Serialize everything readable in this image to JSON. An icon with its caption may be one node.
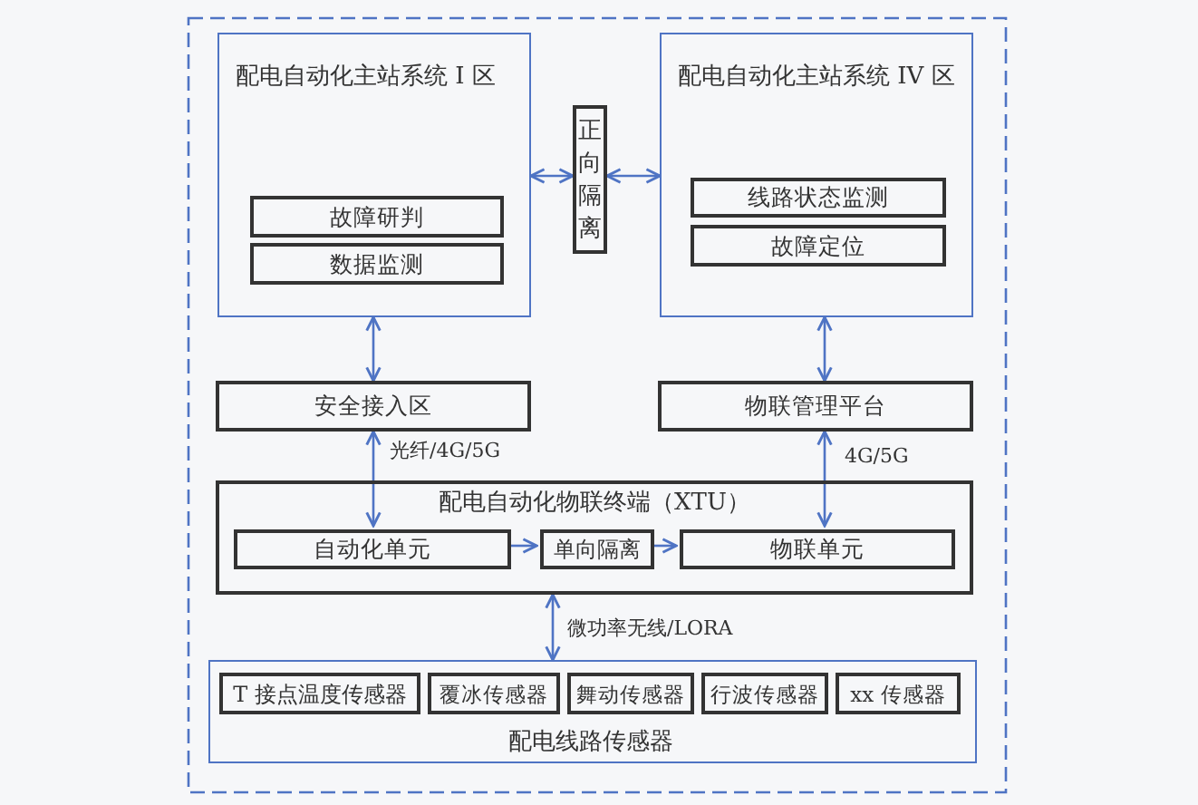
{
  "diagram": {
    "nodes": [
      {
        "text": [
          "配电自动化主站系统 I 区"
        ]
      },
      {
        "text": [
          "故障研判"
        ],
        "in": 0
      },
      {
        "text": [
          "数据监测"
        ],
        "in": 0
      },
      {
        "text": [
          "正向隔离"
        ]
      },
      {
        "text": [
          "配电自动化主站系统 IV 区"
        ]
      },
      {
        "text": [
          "线路状态监测"
        ],
        "in": 4
      },
      {
        "text": [
          "故障定位"
        ],
        "in": 4
      },
      {
        "text": [
          "安全接入区"
        ]
      },
      {
        "text": [
          "物联管理平台"
        ]
      },
      {
        "text": [
          "配电自动化物联终端（XTU）"
        ]
      },
      {
        "text": [
          "自动化单元"
        ],
        "in": 9
      },
      {
        "text": [
          "单向隔离"
        ],
        "in": 9
      },
      {
        "text": [
          "物联单元"
        ],
        "in": 9
      },
      {
        "text": [
          "配电线路传感器"
        ]
      },
      {
        "text": [
          "T 接点温度传感器"
        ],
        "in": 13
      },
      {
        "text": [
          "覆冰传感器"
        ],
        "in": 13
      },
      {
        "text": [
          "舞动传感器"
        ],
        "in": 13
      },
      {
        "text": [
          "行波传感器"
        ],
        "in": 13
      },
      {
        "text": [
          "xx 传感器"
        ],
        "in": 13
      }
    ],
    "edges": [
      {
        "from": 0,
        "to": 3,
        "arrow": "both"
      },
      {
        "from": 3,
        "to": 4,
        "arrow": "both"
      },
      {
        "from": 7,
        "to": 0,
        "arrow": "both"
      },
      {
        "from": 8,
        "to": 4,
        "arrow": "both"
      },
      {
        "from": 7,
        "to": 10,
        "arrow": "both",
        "label": "光纤/4G/5G"
      },
      {
        "from": 8,
        "to": 12,
        "arrow": "both",
        "label": "4G/5G"
      },
      {
        "from": 10,
        "to": 11,
        "arrow": "to"
      },
      {
        "from": 11,
        "to": 12,
        "arrow": "to"
      },
      {
        "from": 9,
        "to": 13,
        "arrow": "both",
        "label": "微功率无线/LORA"
      }
    ]
  }
}
